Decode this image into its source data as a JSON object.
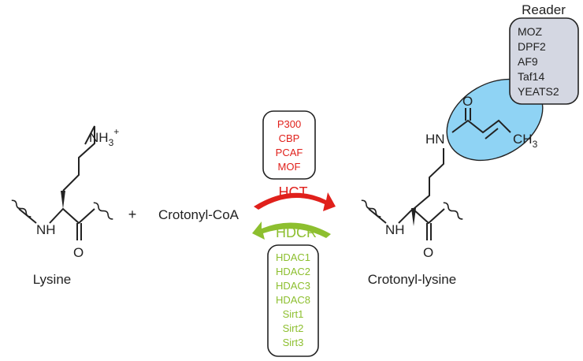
{
  "diagram": {
    "lysine": {
      "label": "Lysine",
      "amine_group": "NH",
      "amine_subscript": "3",
      "amine_charge": "+",
      "backbone_nh": "NH",
      "carbonyl_o": "O"
    },
    "plus_sign": "+",
    "reactant": "Crotonyl-CoA",
    "writers": {
      "color": "#e0201b",
      "items": [
        "P300",
        "CBP",
        "PCAF",
        "MOF"
      ]
    },
    "forward_arrow_label": "HCT",
    "reverse_arrow_label": "HDCR",
    "erasers": {
      "color": "#8dbf2f",
      "items": [
        "HDAC1",
        "HDAC2",
        "HDAC3",
        "HDAC8",
        "Sirt1",
        "Sirt2",
        "Sirt3"
      ]
    },
    "product": {
      "label": "Crotonyl-lysine",
      "side_nh": "HN",
      "acyl_o": "O",
      "methyl": "CH",
      "methyl_subscript": "3",
      "backbone_nh": "NH",
      "carbonyl_o": "O",
      "highlight_color": "#8fd3f4"
    },
    "reader": {
      "title": "Reader",
      "box_color": "#d4d7e2",
      "items": [
        "MOZ",
        "DPF2",
        "AF9",
        "Taf14",
        "YEATS2"
      ]
    }
  }
}
